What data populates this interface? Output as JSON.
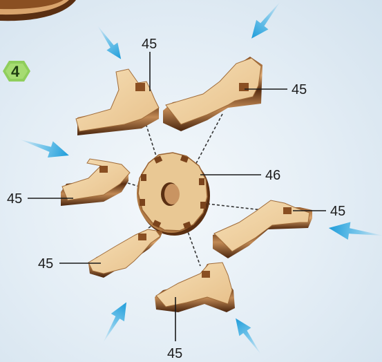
{
  "step": {
    "number": "4"
  },
  "colors": {
    "wood_face": "#efd2a3",
    "wood_edge_light": "#c99462",
    "wood_edge_dark": "#5a2f12",
    "arrow": "#27a9e3",
    "step_badge": "#8fce5c",
    "leader": "#1a1a1a"
  },
  "labels": {
    "part_top": "45",
    "part_top_right": "45",
    "gear": "46",
    "part_left": "45",
    "part_right": "45",
    "part_bottom_left": "45",
    "part_bottom": "45"
  },
  "icons": [
    "blue-arrow-icon",
    "step-badge-icon"
  ]
}
